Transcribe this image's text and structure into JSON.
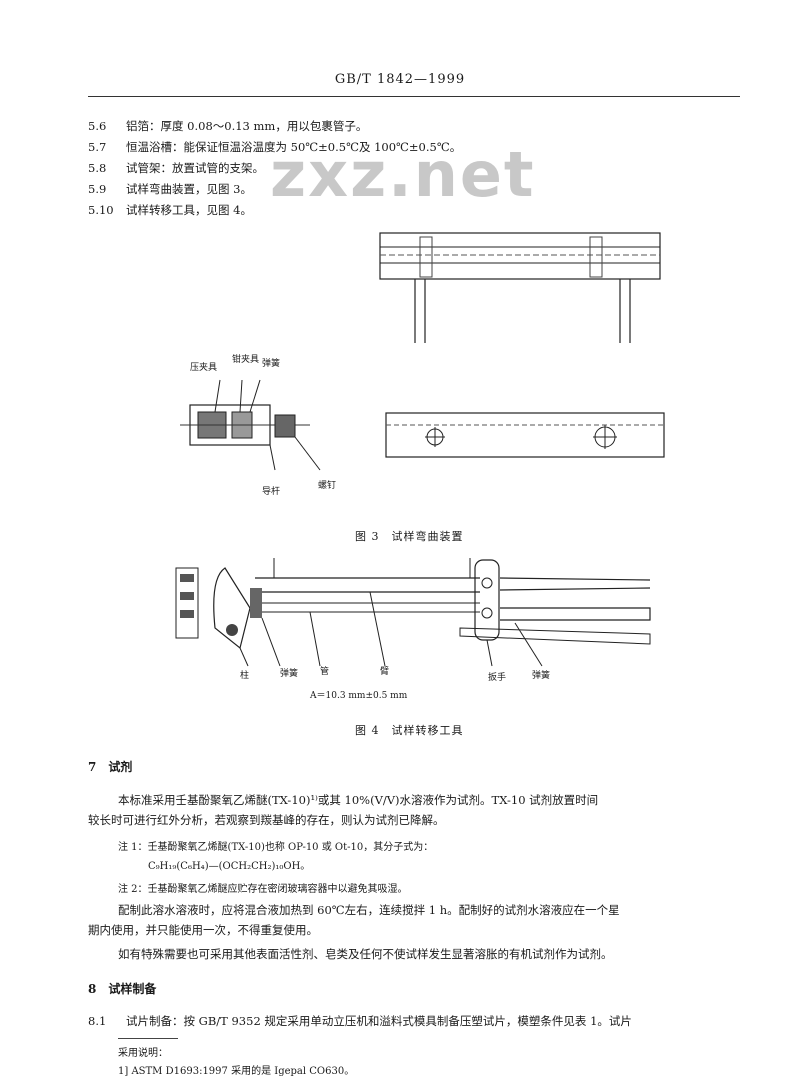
{
  "header": {
    "standard": "GB/T 1842—1999"
  },
  "watermark": "zxz.net",
  "items": [
    {
      "num": "5.6",
      "text": "铝箔：厚度 0.08～0.13 mm，用以包裹管子。"
    },
    {
      "num": "5.7",
      "text": "恒温浴槽：能保证恒温浴温度为 50℃±0.5℃及 100℃±0.5℃。"
    },
    {
      "num": "5.8",
      "text": "试管架：放置试管的支架。"
    },
    {
      "num": "5.9",
      "text": "试样弯曲装置，见图 3。"
    },
    {
      "num": "5.10",
      "text": "试样转移工具，见图 4。"
    }
  ],
  "figure3": {
    "labels": {
      "a": "压夹具",
      "b": "钳夹具",
      "c": "弹簧",
      "d": "导杆",
      "e": "螺钉"
    },
    "caption": "图 3　试样弯曲装置"
  },
  "figure4": {
    "labels": {
      "a": "柱",
      "b": "弹簧",
      "c": "管",
      "d": "臂",
      "e": "扳手",
      "f": "弹簧"
    },
    "dimension": "A＝10.3 mm±0.5 mm",
    "caption": "图 4　试样转移工具"
  },
  "section7": {
    "title": "7　试剂",
    "para1_l1": "本标准采用壬基酚聚氧乙烯醚(TX-10)¹⁾或其 10%(V/V)水溶液作为试剂。TX-10 试剂放置时间",
    "para1_l2": "较长时可进行红外分析，若观察到羰基峰的存在，则认为试剂已降解。",
    "note1_l1": "注 1：壬基酚聚氧乙烯醚(TX-10)也称 OP-10 或 Ot-10，其分子式为：",
    "note1_l2": "C₉H₁₉(C₆H₄)—(OCH₂CH₂)₁₀OH。",
    "note2": "注 2：壬基酚聚氧乙烯醚应贮存在密闭玻璃容器中以避免其吸湿。",
    "para2_l1": "配制此溶水溶液时，应将混合液加热到 60℃左右，连续搅拌 1 h。配制好的试剂水溶液应在一个星",
    "para2_l2": "期内使用，并只能使用一次，不得重复使用。",
    "para3": "如有特殊需要也可采用其他表面活性剂、皂类及任何不使试样发生显著溶胀的有机试剂作为试剂。"
  },
  "section8": {
    "title": "8　试样制备",
    "item_num": "8.1",
    "item_text": "试片制备：按 GB/T 9352 规定采用单动立压机和溢料式模具制备压塑试片，模塑条件见表 1。试片",
    "footnote_head": "采用说明：",
    "footnote_text": "1] ASTM D1693:1997 采用的是 Igepal CO630。"
  }
}
